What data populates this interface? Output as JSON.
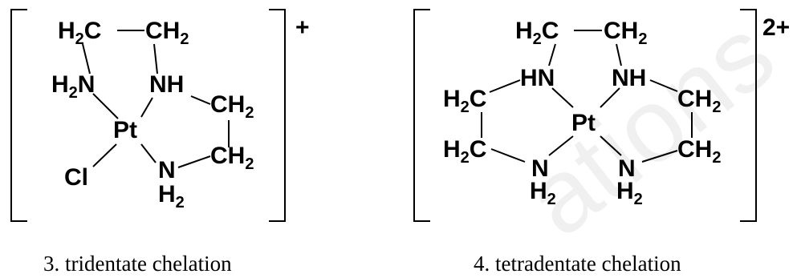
{
  "structure_left": {
    "charge": "+",
    "caption": "3. tridentate chelation",
    "atoms": {
      "ch2_top_left": "H2C",
      "ch2_top_right": "CH2",
      "h2n_left": "H2N",
      "nh": "NH",
      "ch2_right_upper": "CH2",
      "pt": "Pt",
      "cl": "Cl",
      "n_bottom": "N",
      "ch2_right_lower": "CH2",
      "h2_bottom": "H2"
    }
  },
  "structure_right": {
    "charge": "2+",
    "caption": "4. tetradentate chelation",
    "atoms": {
      "ch2_top_left": "H2C",
      "ch2_top_right": "CH2",
      "hn": "HN",
      "nh": "NH",
      "ch2_left_upper": "H2C",
      "ch2_right_upper": "CH2",
      "pt": "Pt",
      "ch2_left_lower": "H2C",
      "ch2_right_lower": "CH2",
      "n_left": "N",
      "n_right": "N",
      "h2_left": "H2",
      "h2_right": "H2"
    }
  },
  "watermark": "ations"
}
